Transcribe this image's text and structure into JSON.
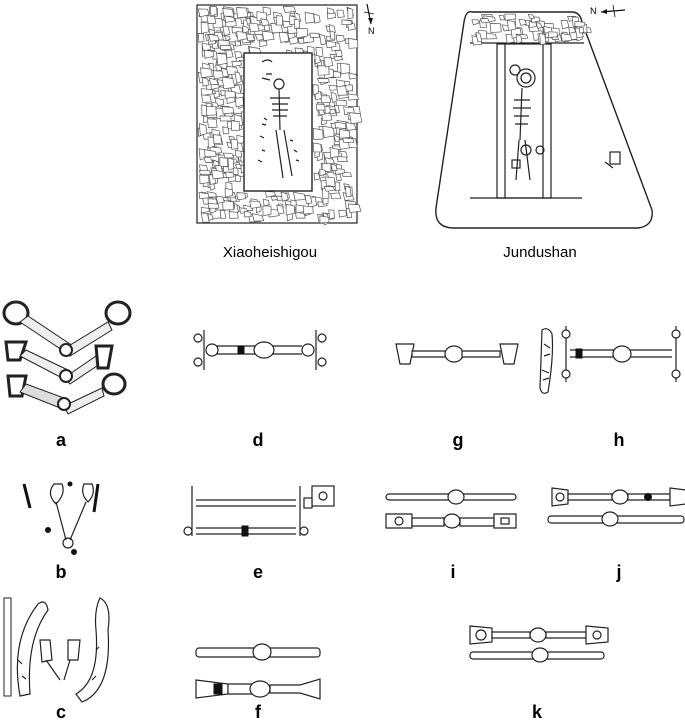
{
  "figure": {
    "site_labels": {
      "left": "Xiaoheishigou",
      "right": "Jundushan"
    },
    "north_marker": "N",
    "panel_labels": [
      "a",
      "b",
      "c",
      "d",
      "e",
      "f",
      "g",
      "h",
      "i",
      "j",
      "k"
    ]
  }
}
